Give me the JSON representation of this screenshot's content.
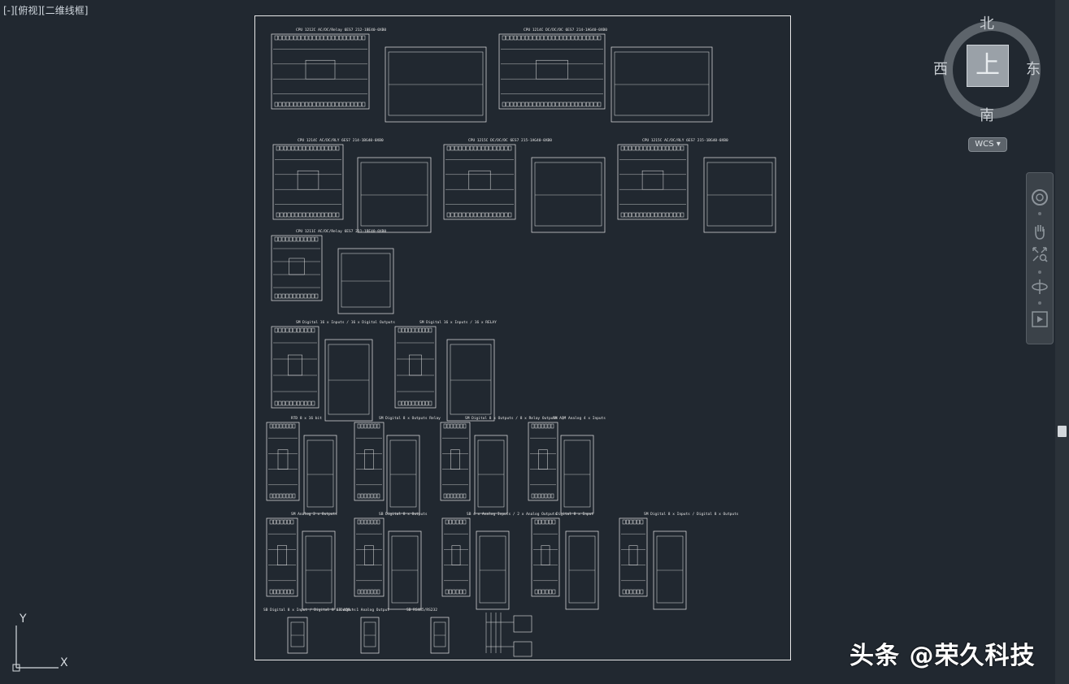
{
  "viewport": {
    "label": "[-][俯视][二维线框]"
  },
  "viewcube": {
    "north": "北",
    "south": "南",
    "west": "西",
    "east": "东",
    "face": "上",
    "wcs_label": "WCS"
  },
  "navigation_bar": {
    "tools": [
      "steering-wheel-icon",
      "pan-hand-icon",
      "zoom-extents-icon",
      "orbit-icon",
      "showmotion-icon"
    ]
  },
  "ucs": {
    "x_label": "X",
    "y_label": "Y"
  },
  "watermark": {
    "text": "头条 @荣久科技"
  },
  "drawing": {
    "module_titles": [
      "CPU 1212C AC/DC/Relay 6ES7 212-1BE40-0XB0",
      "CPU 1214C DC/DC/DC 6ES7 214-1AG40-0XB0",
      "CPU 1214C AC/DC/RLY 6ES7 214-1BG40-0XB0",
      "CPU 1215C DC/DC/DC 6ES7 215-1AG40-0XB0",
      "CPU 1215C AC/DC/RLY 6ES7 215-1BG40-0XB0",
      "CPU 1211C AC/DC/Relay 6ES7 211-1BE40-0XB0",
      "SM Digital 16 x Inputs / 16 x Digital Outputs",
      "SM Digital 16 x Inputs / 16 x RELAY",
      "RTD 8 x 16 bit",
      "SM Digital 8 x Outputs Relay",
      "SM Digital 8 x Outputs / 8 x Relay Outputs",
      "SM AQM Analog 4 x Inputs",
      "SM Analog 2 x Outputs",
      "SB Digital 8 x Outputs",
      "SB 4 x Analog Inputs / 2 x Analog Outputs",
      "Digital 8 x Input",
      "SM Digital 8 x Inputs / Digital 8 x Outputs",
      "SB Digital 8 x Input / Digital 8 x Outputs",
      "SB AQM - 1 Analog Output",
      "SB RS485/RS232"
    ]
  }
}
